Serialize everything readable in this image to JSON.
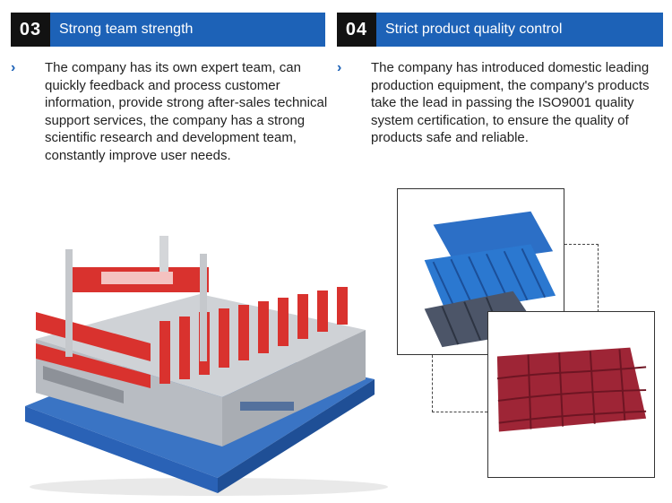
{
  "sections": [
    {
      "number": "03",
      "title": "Strong team strength",
      "text": "The company has its own expert team, can quickly feedback and process customer information, provide strong after-sales technical support services, the company has a strong scientific research and development team, constantly improve user needs."
    },
    {
      "number": "04",
      "title": "Strict product quality control",
      "text": "The company has introduced domestic leading production equipment, the company's products take the lead in passing the ISO9001 quality system certification, to ensure the quality of products safe and reliable."
    }
  ],
  "bullet_icon": "chevron-right-icon",
  "colors": {
    "header_blue": "#1d62b7",
    "number_black": "#121212",
    "machine_red": "#d9322e",
    "machine_blue": "#2a62b6",
    "panel_blue": "#2c6fc6",
    "panel_grey": "#4c5568",
    "tile_red": "#9e2536"
  }
}
